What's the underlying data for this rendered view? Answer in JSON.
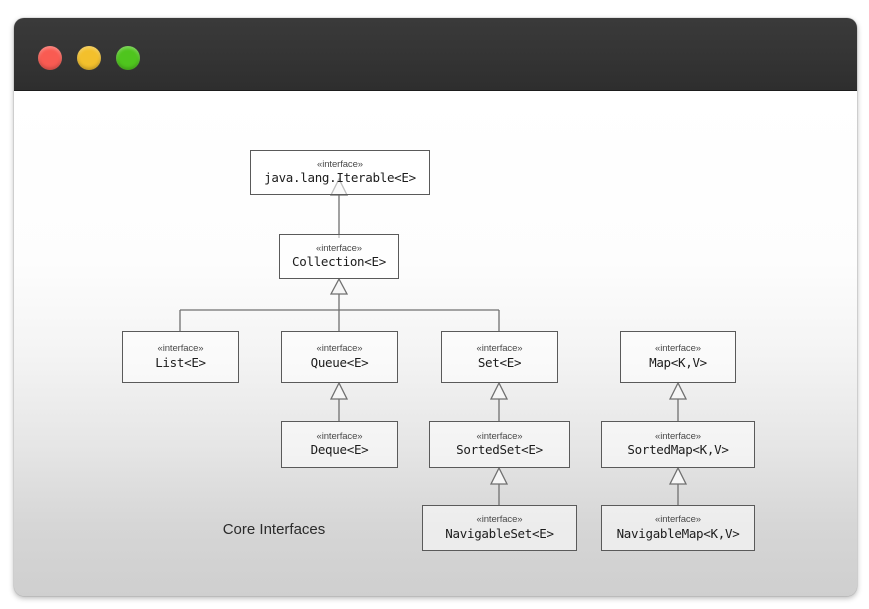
{
  "window": {
    "traffic_lights": [
      {
        "name": "close",
        "color": "#f95b52"
      },
      {
        "name": "minimize",
        "color": "#f3c02c"
      },
      {
        "name": "maximize",
        "color": "#4fc51e"
      }
    ]
  },
  "diagram": {
    "caption": "Core Interfaces",
    "stereotype": "«interface»",
    "nodes": [
      {
        "id": "iterable",
        "name": "java.lang.Iterable<E>",
        "stereotype": "«interface»"
      },
      {
        "id": "collection",
        "name": "Collection<E>",
        "stereotype": "«interface»"
      },
      {
        "id": "list",
        "name": "List<E>",
        "stereotype": "«interface»"
      },
      {
        "id": "queue",
        "name": "Queue<E>",
        "stereotype": "«interface»"
      },
      {
        "id": "set",
        "name": "Set<E>",
        "stereotype": "«interface»"
      },
      {
        "id": "map",
        "name": "Map<K,V>",
        "stereotype": "«interface»"
      },
      {
        "id": "deque",
        "name": "Deque<E>",
        "stereotype": "«interface»"
      },
      {
        "id": "sortedset",
        "name": "SortedSet<E>",
        "stereotype": "«interface»"
      },
      {
        "id": "sortedmap",
        "name": "SortedMap<K,V>",
        "stereotype": "«interface»"
      },
      {
        "id": "navigableset",
        "name": "NavigableSet<E>",
        "stereotype": "«interface»"
      },
      {
        "id": "navigablemap",
        "name": "NavigableMap<K,V>",
        "stereotype": "«interface»"
      }
    ],
    "relations": [
      {
        "from": "collection",
        "to": "iterable",
        "type": "generalization"
      },
      {
        "from": "list",
        "to": "collection",
        "type": "generalization"
      },
      {
        "from": "queue",
        "to": "collection",
        "type": "generalization"
      },
      {
        "from": "set",
        "to": "collection",
        "type": "generalization"
      },
      {
        "from": "deque",
        "to": "queue",
        "type": "generalization"
      },
      {
        "from": "sortedset",
        "to": "set",
        "type": "generalization"
      },
      {
        "from": "navigableset",
        "to": "sortedset",
        "type": "generalization"
      },
      {
        "from": "sortedmap",
        "to": "map",
        "type": "generalization"
      },
      {
        "from": "navigablemap",
        "to": "sortedmap",
        "type": "generalization"
      }
    ]
  }
}
